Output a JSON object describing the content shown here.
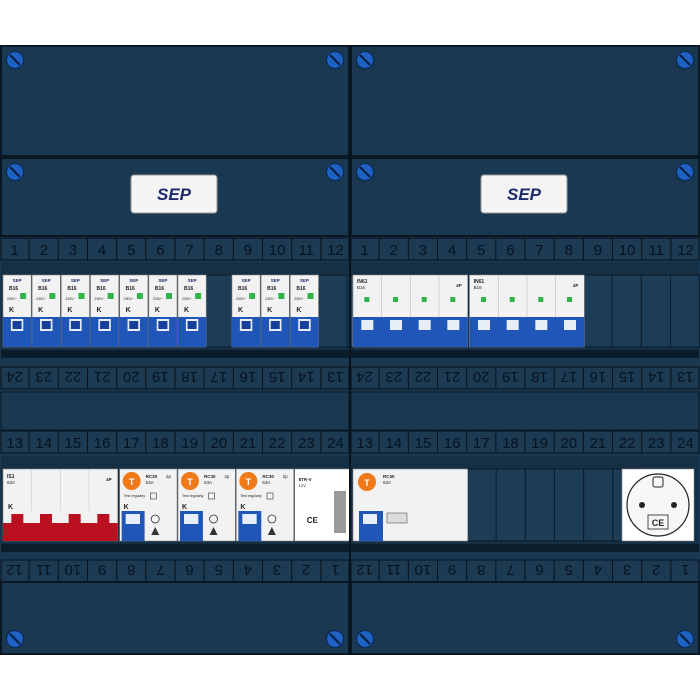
{
  "colors": {
    "panel": "#1a3850",
    "panel_dark": "#10283c",
    "rail": "#0f2233",
    "line": "#08131d",
    "number_text": "#061320",
    "screw": "#1e62c4",
    "breaker_blue": "#1f56b8",
    "breaker_red": "#bb1020",
    "rcd_orange": "#f07a1a",
    "indicator_green": "#2fb34a",
    "device_body": "#f2f2f2"
  },
  "brand_plates": [
    {
      "label": "SEP"
    },
    {
      "label": "SEP"
    }
  ],
  "number_strips": {
    "row1": [
      "1",
      "2",
      "3",
      "4",
      "5",
      "6",
      "7",
      "8",
      "9",
      "10",
      "11",
      "12"
    ],
    "row2": [
      "24",
      "23",
      "22",
      "21",
      "20",
      "19",
      "18",
      "17",
      "16",
      "15",
      "14",
      "13"
    ],
    "row3": [
      "13",
      "14",
      "15",
      "16",
      "17",
      "18",
      "19",
      "20",
      "21",
      "22",
      "23",
      "24"
    ],
    "row4": [
      "12",
      "11",
      "10",
      "9",
      "8",
      "7",
      "6",
      "5",
      "4",
      "3",
      "2",
      "1"
    ]
  },
  "devices": {
    "mcb": {
      "brand": "SEP",
      "rating": "B16",
      "text": "230V~",
      "mark": "K"
    },
    "isolator_left": {
      "title": "IN61",
      "rating": "B16",
      "pole_mark": "4P"
    },
    "isolator_right": {
      "title": "IN61",
      "rating": "B16",
      "pole_mark": "4P"
    },
    "main_switch": {
      "title": "IS1",
      "rating": "63A",
      "pole_mark": "4P",
      "mark": "K"
    },
    "rcd": {
      "badge": "T",
      "title": "RC30",
      "rating": "63A",
      "text": "Test regularly",
      "poles": "2p",
      "mark": "K"
    },
    "bell_transformer": {
      "title": "8TR-V",
      "text": "12V",
      "ce": "CE"
    },
    "socket": {
      "ce": "CE"
    }
  }
}
